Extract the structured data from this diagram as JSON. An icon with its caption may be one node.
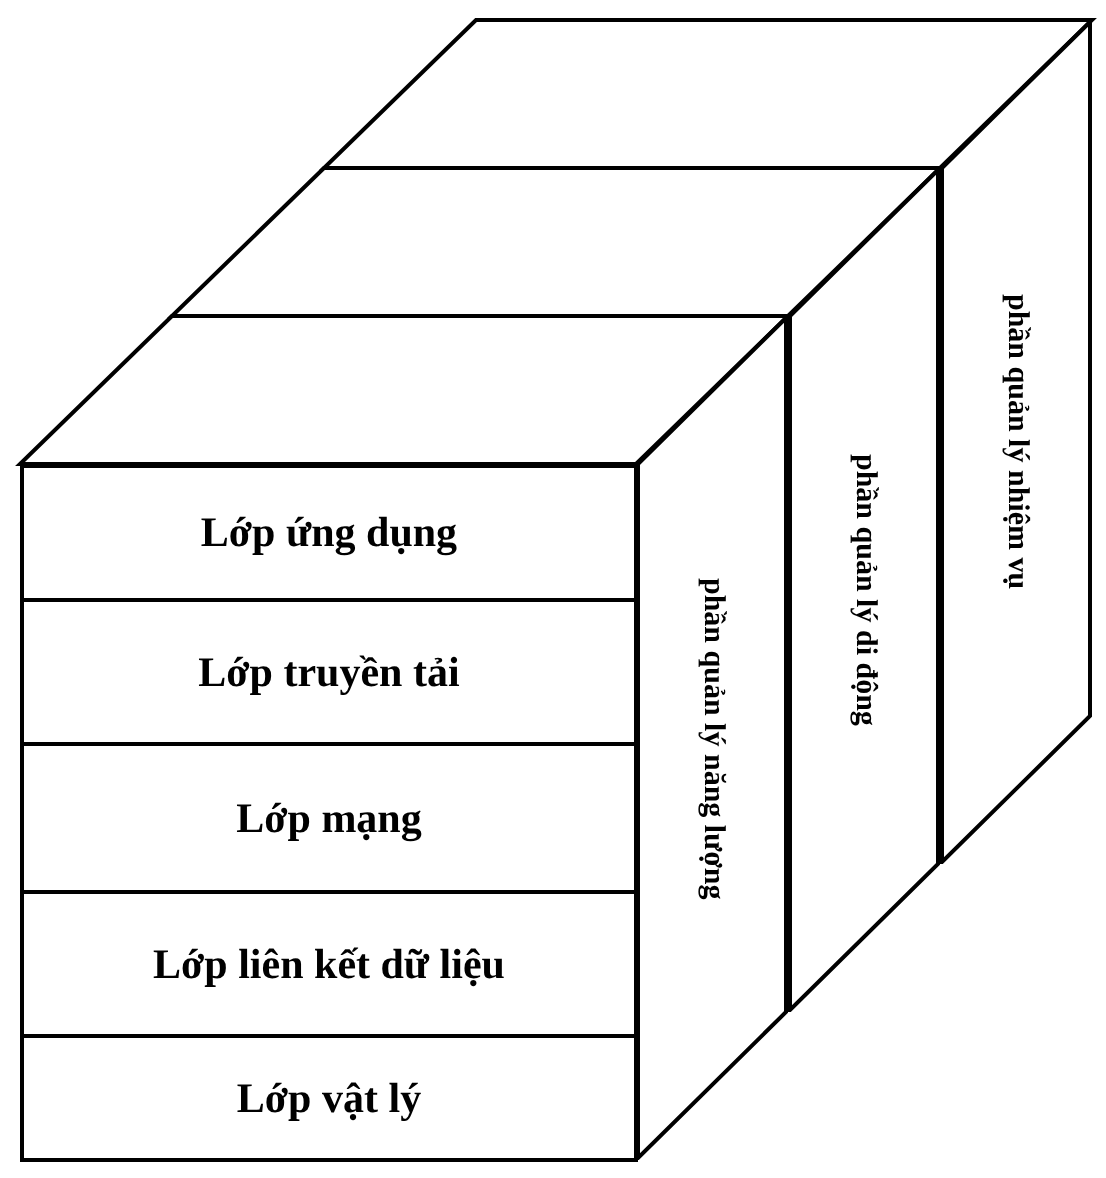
{
  "diagram": {
    "nodes": [
      {
        "text": [
          "Lớp ứng dụng"
        ]
      },
      {
        "text": [
          "Lớp truyền tải"
        ]
      },
      {
        "text": [
          "Lớp mạng"
        ]
      },
      {
        "text": [
          "Lớp liên kết dữ liệu"
        ]
      },
      {
        "text": [
          "Lớp vật lý"
        ]
      },
      {
        "text": [
          "phần quản lý năng lượng"
        ]
      },
      {
        "text": [
          "phần quản lý di động"
        ]
      },
      {
        "text": [
          "phần quản lý nhiệm vụ"
        ]
      }
    ],
    "edges": []
  }
}
